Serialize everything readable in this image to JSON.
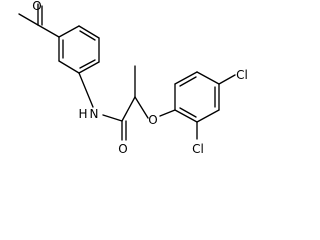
{
  "molecule": {
    "atoms": {
      "n": "N",
      "h": "H",
      "o_ether": "O",
      "o_carbonyl": "O",
      "cl_para": "Cl",
      "cl_ortho": "Cl",
      "o_acetyl": "O"
    }
  },
  "colors": {
    "bond": "#000000",
    "label": "#000000",
    "background": "#ffffff"
  }
}
